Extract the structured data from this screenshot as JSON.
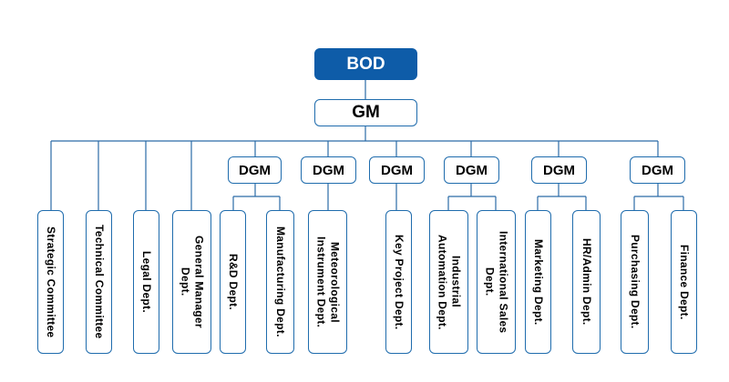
{
  "top": {
    "label": "BOD"
  },
  "gm": {
    "label": "GM"
  },
  "direct_depts": [
    {
      "label": "Strategic Committee"
    },
    {
      "label": "Technical Committee"
    },
    {
      "label": "Legal Dept."
    },
    {
      "label": "General Manager\nDept."
    }
  ],
  "dgm_groups": [
    {
      "label": "DGM",
      "depts": [
        {
          "label": "R&D Dept."
        },
        {
          "label": "Manufacturing Dept."
        }
      ]
    },
    {
      "label": "DGM",
      "depts": [
        {
          "label": "Meteorological\nInstrument Dept."
        }
      ]
    },
    {
      "label": "DGM",
      "depts": [
        {
          "label": "Key Project Dept."
        }
      ]
    },
    {
      "label": "DGM",
      "depts": [
        {
          "label": "Industrial\nAutomation Dept."
        },
        {
          "label": "International Sales\nDept."
        }
      ]
    },
    {
      "label": "DGM",
      "depts": [
        {
          "label": "Marketing Dept."
        },
        {
          "label": "HR/Admin Dept."
        }
      ]
    },
    {
      "label": "DGM",
      "depts": [
        {
          "label": "Purchasing Dept."
        },
        {
          "label": "Finance Dept."
        }
      ]
    }
  ],
  "colors": {
    "brand_blue": "#0e5ca8",
    "border_blue": "#1f6cad",
    "line_color": "#2a6aa6"
  }
}
